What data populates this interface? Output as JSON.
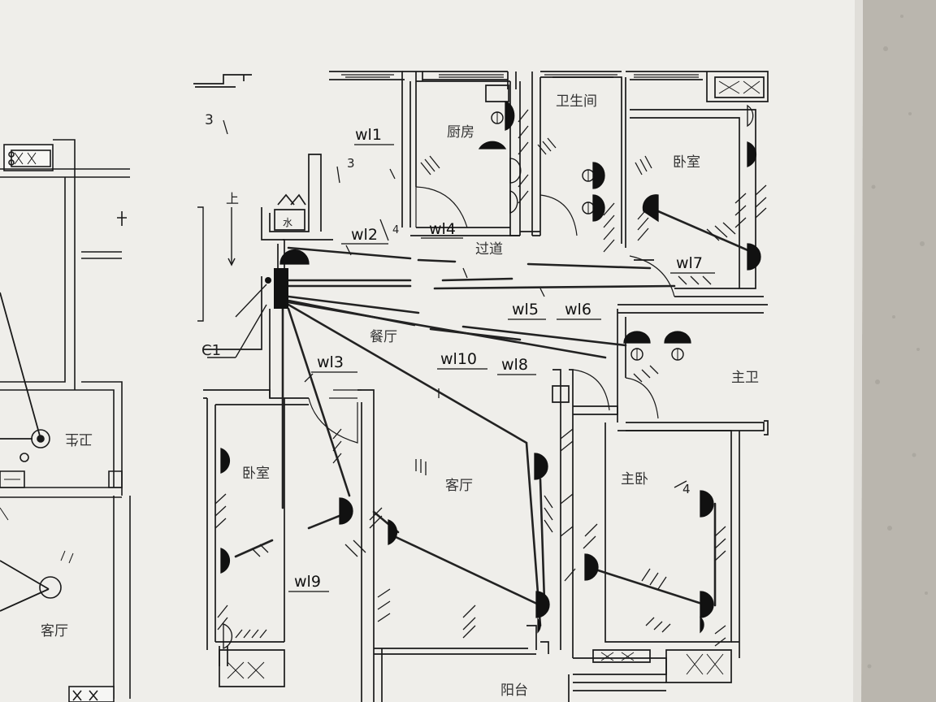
{
  "colors": {
    "paper": "#f1f0ec",
    "wall": "#f4f4f2",
    "concrete": "#b9b5ad",
    "ink": "#1a1a1a",
    "wire": "#222222"
  },
  "rooms": {
    "kitchen": "厨房",
    "bathroom": "卫生间",
    "bedroom_ne": "卧室",
    "corridor": "过道",
    "dining": "餐厅",
    "master_bath": "主卫",
    "bedroom_sw": "卧室",
    "living": "客厅",
    "master_bedroom": "主卧",
    "balcony": "阳台",
    "left_room_a": "卫生",
    "left_room_b": "客厅"
  },
  "marks": {
    "water": "水",
    "stair_up": "上",
    "c1": "C1",
    "num3_a": "3",
    "num3_b": "3",
    "num4_a": "4",
    "num4_b": "4"
  },
  "circuits": {
    "wl1": "wl1",
    "wl2": "wl2",
    "wl3": "wl3",
    "wl4": "wl4",
    "wl5": "wl5",
    "wl6": "wl6",
    "wl7": "wl7",
    "wl8": "wl8",
    "wl9": "wl9",
    "wl10": "wl10"
  }
}
